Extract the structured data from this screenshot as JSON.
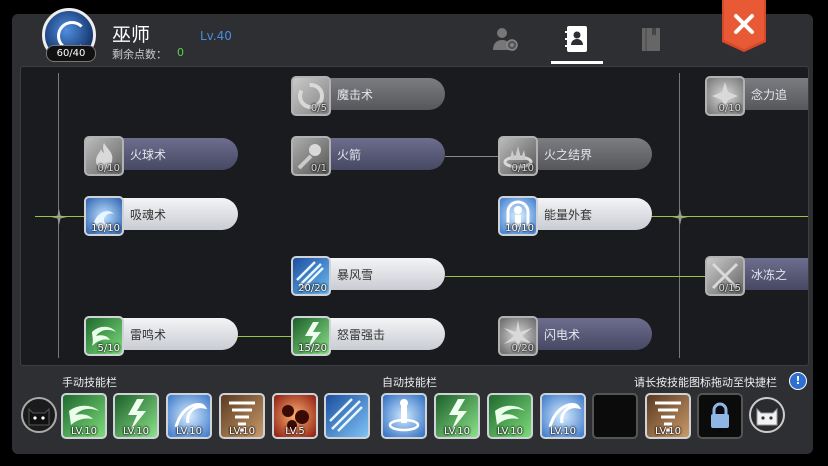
{
  "header": {
    "avatar_points": "60/40",
    "class_name": "巫师",
    "level": "Lv.40",
    "points_label": "剩余点数：",
    "points_value": "0",
    "tabs": [
      "character-skill",
      "skill-book",
      "tome"
    ]
  },
  "tree": {
    "nodes": [
      {
        "id": "n1",
        "label": "魔击术",
        "count": "0/5",
        "style": "grey",
        "icon": "water-ring-icon",
        "learned": false
      },
      {
        "id": "n2",
        "label": "念力追",
        "count": "0/10",
        "style": "grey",
        "icon": "lightning-burst-icon",
        "learned": false
      },
      {
        "id": "n3",
        "label": "火球术",
        "count": "0/10",
        "style": "purple",
        "icon": "fire-icon",
        "learned": false
      },
      {
        "id": "n4",
        "label": "火箭",
        "count": "0/1",
        "style": "purple",
        "icon": "fire-meteor-icon",
        "learned": false
      },
      {
        "id": "n5",
        "label": "火之结界",
        "count": "0/10",
        "style": "grey",
        "icon": "fire-ring-icon",
        "learned": false
      },
      {
        "id": "n6",
        "label": "吸魂术",
        "count": "10/10",
        "style": "white",
        "icon": "soul-drain-icon",
        "learned": true
      },
      {
        "id": "n7",
        "label": "能量外套",
        "count": "10/10",
        "style": "white",
        "icon": "energy-shield-icon",
        "learned": true
      },
      {
        "id": "n8",
        "label": "暴风雪",
        "count": "20/20",
        "style": "white",
        "icon": "blizzard-icon",
        "learned": true
      },
      {
        "id": "n9",
        "label": "冰冻之",
        "count": "0/15",
        "style": "grey",
        "icon": "frost-cross-icon",
        "learned": false
      },
      {
        "id": "n10",
        "label": "雷鸣术",
        "count": "5/10",
        "style": "white",
        "icon": "thunder-icon",
        "learned": true
      },
      {
        "id": "n11",
        "label": "怒雷强击",
        "count": "15/20",
        "style": "white",
        "icon": "thunder-strike-icon",
        "learned": true
      },
      {
        "id": "n12",
        "label": "闪电术",
        "count": "0/20",
        "style": "purple",
        "icon": "lightning-icon",
        "learned": false
      }
    ]
  },
  "bar": {
    "manual_label": "手动技能栏",
    "auto_label": "自动技能栏",
    "hint": "请长按技能图标拖动至快捷栏",
    "info": "!",
    "manual_slots": [
      {
        "icon": "green-wind-icon",
        "lv": "LV.10"
      },
      {
        "icon": "green-thunder-icon",
        "lv": "LV.10"
      },
      {
        "icon": "blue-swirl-icon",
        "lv": "LV.10"
      },
      {
        "icon": "tornado-icon",
        "lv": "LV.10"
      },
      {
        "icon": "red-meteor-icon",
        "lv": "LV.5"
      },
      {
        "icon": "ice-shards-icon",
        "lv": ""
      }
    ],
    "auto_slots": [
      {
        "icon": "blue-summon-icon",
        "lv": ""
      },
      {
        "icon": "green-thunder-icon",
        "lv": "LV.10"
      },
      {
        "icon": "green-wind-icon",
        "lv": "LV.10"
      },
      {
        "icon": "blue-swirl-icon",
        "lv": "LV.10"
      },
      {
        "icon": "",
        "lv": ""
      },
      {
        "icon": "tornado-icon",
        "lv": "LV.10"
      },
      {
        "icon": "lock-icon",
        "lv": ""
      }
    ]
  }
}
